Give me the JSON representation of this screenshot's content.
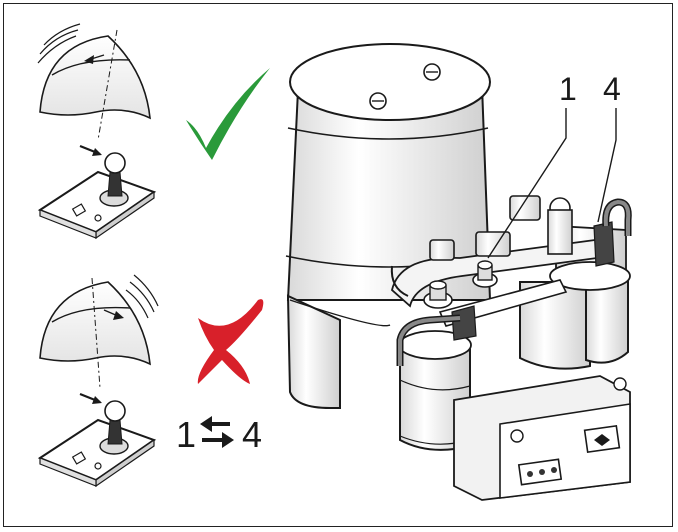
{
  "labels": {
    "terminal_1": "1",
    "terminal_4": "4",
    "swap_left": "1",
    "swap_right": "4"
  },
  "colors": {
    "check": "#2a9a3a",
    "cross": "#d8202a",
    "line": "#1a1a1a",
    "fill": "#ffffff",
    "shade": "#e6e6e6"
  },
  "icons": {
    "correct": "check-mark-icon",
    "incorrect": "cross-mark-icon",
    "swap": "swap-arrows-icon"
  }
}
